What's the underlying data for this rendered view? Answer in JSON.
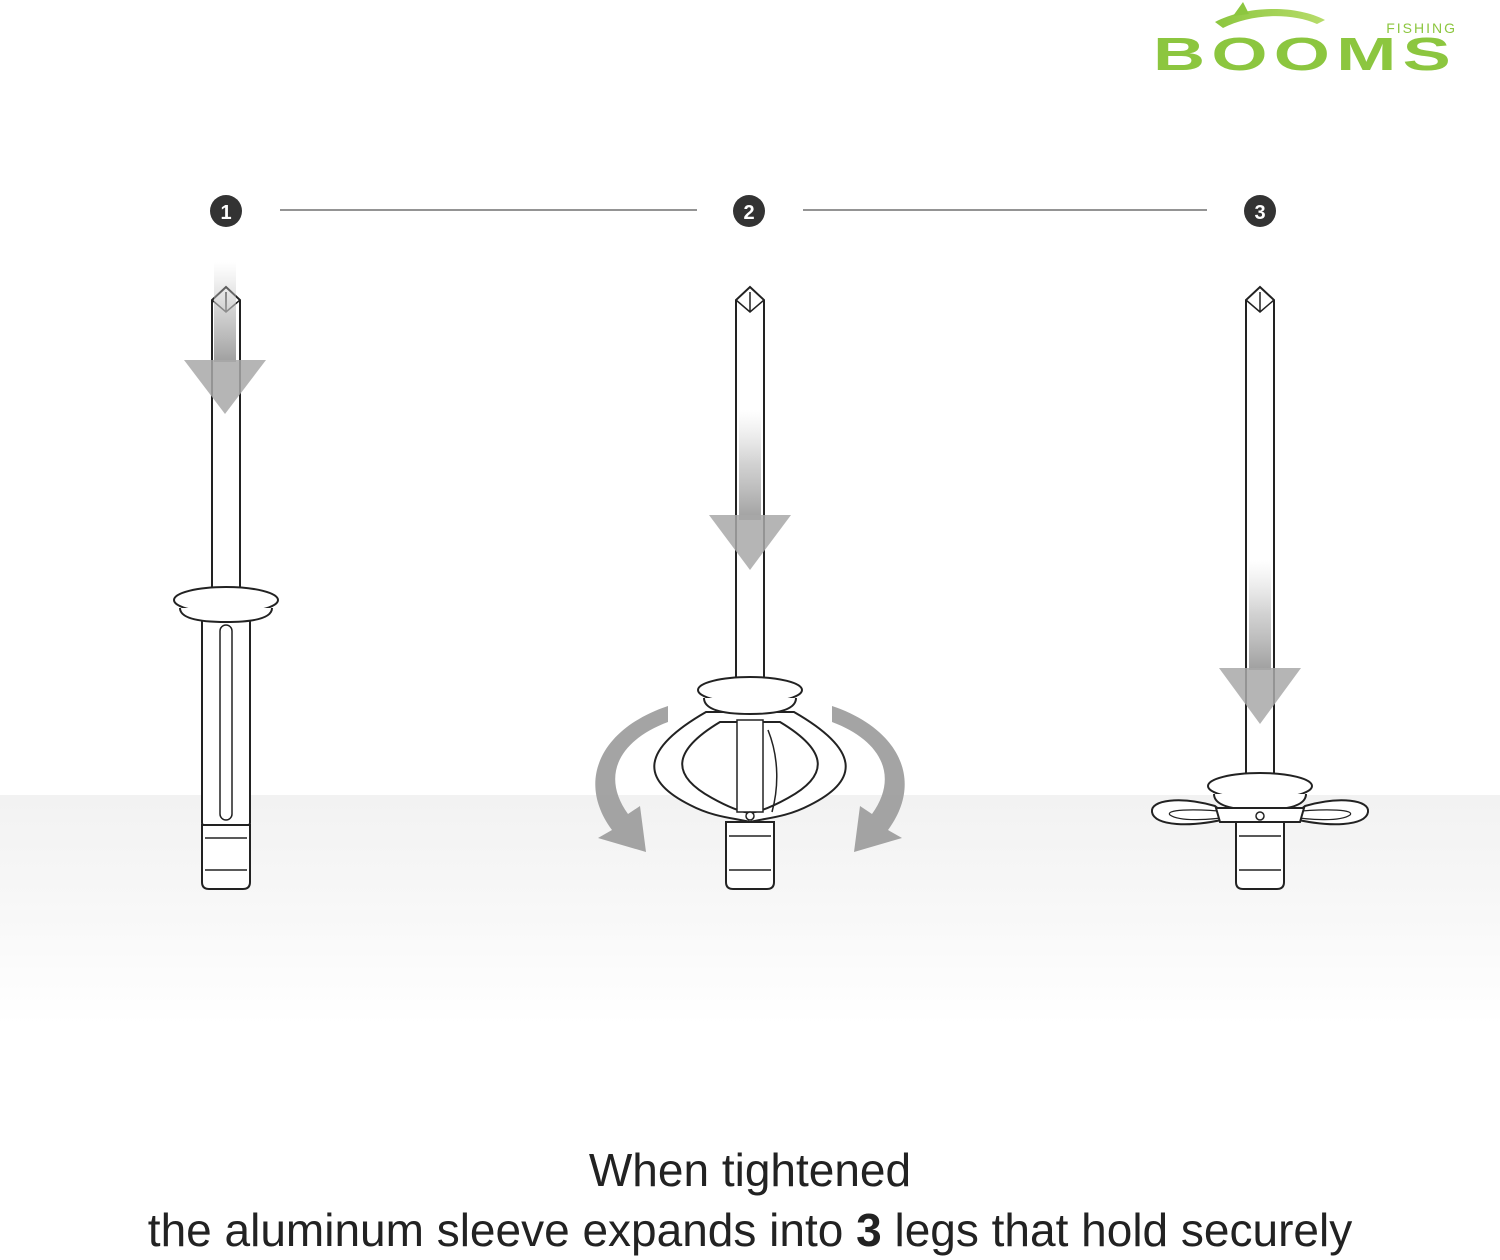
{
  "brand": {
    "name": "BOOMS",
    "tagline": "FISHING",
    "color": "#8cc63f"
  },
  "steps": [
    {
      "number": "1"
    },
    {
      "number": "2"
    },
    {
      "number": "3"
    }
  ],
  "caption": {
    "line1": "When tightened",
    "line2_before": "the aluminum sleeve expands into ",
    "line2_bold": "3",
    "line2_after": " legs that hold securely"
  },
  "colors": {
    "ink": "#222222",
    "badge": "#333333",
    "arrow": "#9a9a9a"
  }
}
